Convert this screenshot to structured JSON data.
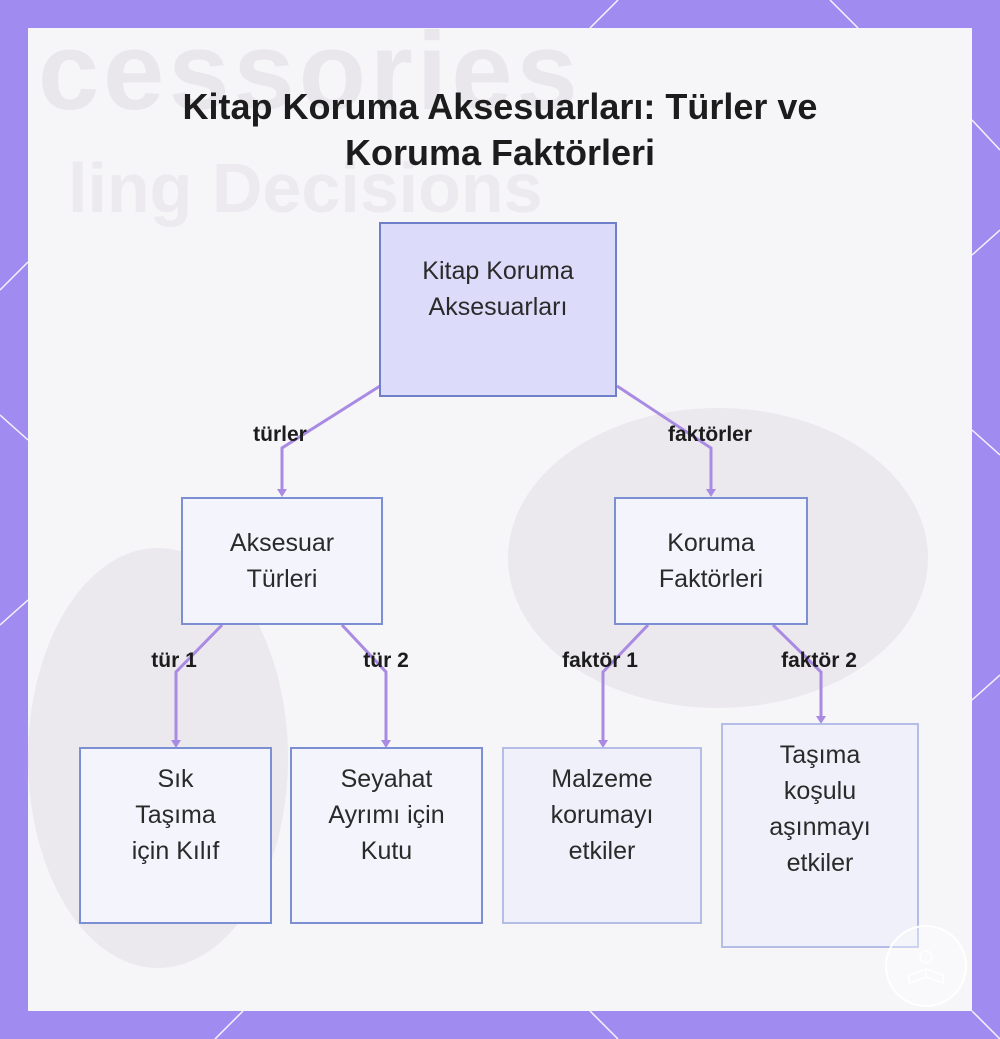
{
  "title": "Kitap Koruma Aksesuarları: Türler ve Koruma Faktörleri",
  "colors": {
    "frame": "#a08cf0",
    "panel": "#f6f5f8",
    "root_fill": "#dcdcfa",
    "node_fill": "#f3f4fc",
    "node_border": "#7c8fd2",
    "edge": "#a98be3"
  },
  "nodes": {
    "root": "Kitap Koruma Aksesuarları",
    "types": "Aksesuar Türleri",
    "factors": "Koruma Faktörleri",
    "type1": "Sık Taşıma için Kılıf",
    "type2": "Seyahat Ayrımı için Kutu",
    "factor1": "Malzeme korumayı etkiler",
    "factor2": "Taşıma koşulu aşınmayı etkiler"
  },
  "edges": {
    "root_types": "türler",
    "root_factors": "faktörler",
    "types_type1": "tür 1",
    "types_type2": "tür 2",
    "factors_factor1": "faktör 1",
    "factors_factor2": "faktör 2"
  }
}
